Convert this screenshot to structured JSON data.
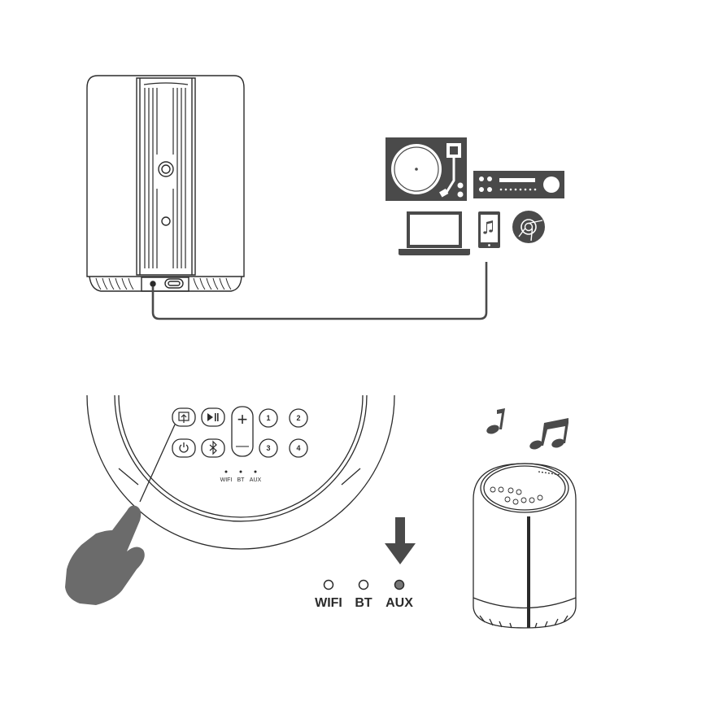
{
  "panel": {
    "buttons": {
      "num1": "1",
      "num2": "2",
      "num3": "3",
      "num4": "4",
      "vol_plus": "+",
      "vol_minus": "—"
    },
    "small_labels": {
      "wifi": "WIFI",
      "bt": "BT",
      "aux": "AUX"
    }
  },
  "indicators": [
    {
      "label": "WIFI",
      "state": "off"
    },
    {
      "label": "BT",
      "state": "off"
    },
    {
      "label": "AUX",
      "state": "on"
    }
  ],
  "colors": {
    "line": "#2b2b2b",
    "icon_fill": "#4a4a4a",
    "hand": "#6b6b6b",
    "led_on": "#777777"
  },
  "icons": [
    "turntable-icon",
    "receiver-icon",
    "laptop-icon",
    "phone-icon",
    "chrome-icon",
    "source-button-icon",
    "play-pause-icon",
    "power-icon",
    "bluetooth-icon",
    "music-note-icon",
    "down-arrow-icon",
    "hand-icon"
  ]
}
